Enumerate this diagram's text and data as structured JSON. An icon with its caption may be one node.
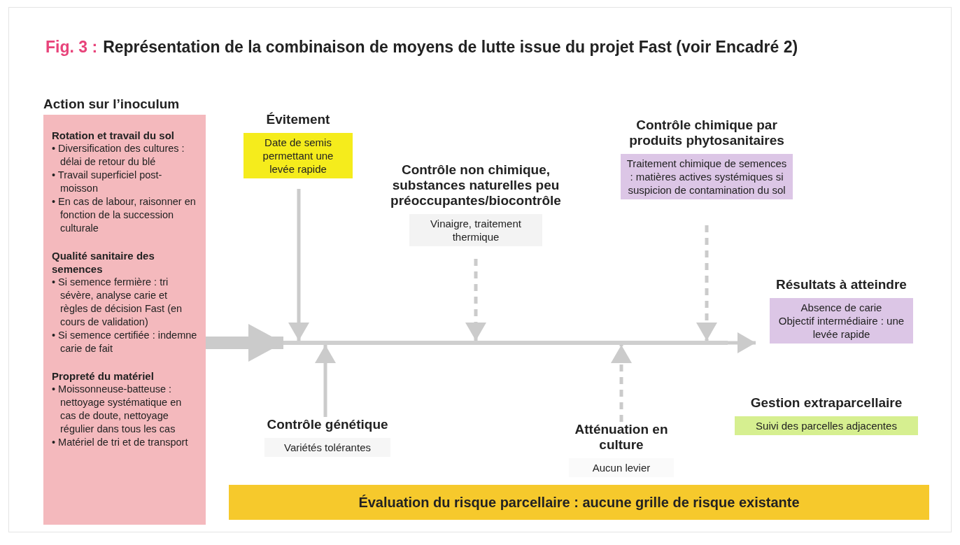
{
  "diagram": {
    "title": "Représentation de la combinaison de moyens de lutte issue du projet Fast (voir Encadré 2)",
    "nodes": [
      {
        "text": [
          "Action sur l’inoculum"
        ]
      },
      {
        "text": [
          "Rotation et travail du sol",
          "• Diversification des cultures : délai de retour du blé",
          "• Travail superficiel post-moisson",
          "• En cas de labour, raisonner en fonction de la succession culturale"
        ],
        "in": 0
      },
      {
        "text": [
          "Qualité sanitaire des semences",
          "• Si semence fermière : tri sévère, analyse carie et règles de décision Fast (en cours de validation)",
          "• Si semence certifiée : indemne carie de fait"
        ],
        "in": 0
      },
      {
        "text": [
          "Propreté du matériel",
          "• Moissonneuse-batteuse : nettoyage systématique en cas de doute, nettoyage régulier dans tous les cas",
          "• Matériel de tri et de transport"
        ],
        "in": 0
      },
      {
        "text": [
          "Évitement",
          "Date de semis permettant une levée rapide"
        ]
      },
      {
        "text": [
          "Contrôle non chimique, substances naturelles peu préoccupantes/biocontrôle",
          "Vinaigre, traitement thermique"
        ]
      },
      {
        "text": [
          "Contrôle chimique par produits phytosanitaires",
          "Traitement chimique de semences : matières actives systémiques si suspicion de contamination du sol"
        ]
      },
      {
        "text": [
          "Résultats à atteindre",
          "Absence de carie",
          "Objectif intermédiaire : une levée rapide"
        ]
      },
      {
        "text": [
          "Contrôle génétique",
          "Variétés tolérantes"
        ]
      },
      {
        "text": [
          "Atténuation en culture",
          "Aucun levier"
        ]
      },
      {
        "text": [
          "Gestion extraparcellaire",
          "Suivi des parcelles adjacentes"
        ]
      },
      {
        "text": [
          "Évaluation du risque parcellaire : aucune grille de risque existante"
        ]
      },
      {
        "text": [],
        "shape": "bar"
      }
    ],
    "edges": [
      {
        "from": 0,
        "to": 12,
        "arrow": "to",
        "style": "thick"
      },
      {
        "from": 4,
        "to": 12,
        "arrow": "to"
      },
      {
        "from": 5,
        "to": 12,
        "arrow": "to",
        "style": "dashed"
      },
      {
        "from": 6,
        "to": 12,
        "arrow": "to",
        "style": "dashed"
      },
      {
        "from": 8,
        "to": 12,
        "arrow": "to"
      },
      {
        "from": 9,
        "to": 12,
        "arrow": "to",
        "style": "dashed"
      },
      {
        "from": 12,
        "to": 7,
        "arrow": "to"
      }
    ],
    "labels": [
      "Fig. 3 :"
    ]
  }
}
